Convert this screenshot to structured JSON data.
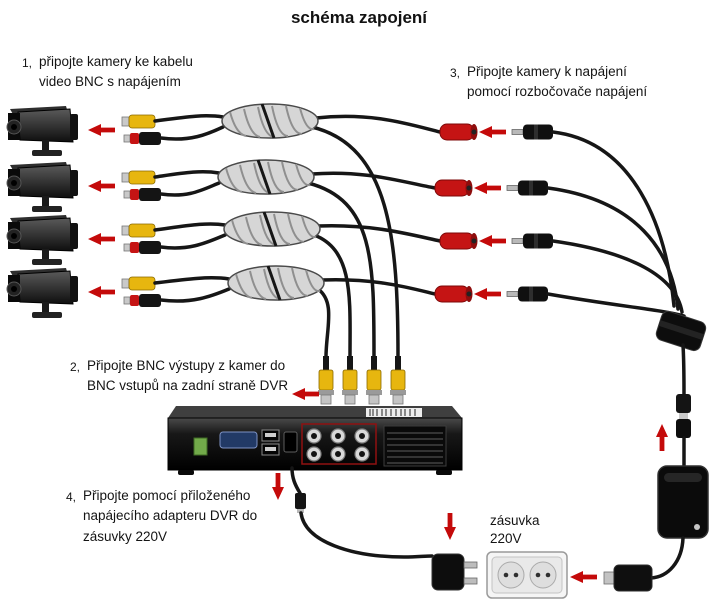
{
  "title": "schéma zapojení",
  "steps": [
    {
      "num": "1,",
      "lines": [
        "připojte kamery ke kabelu",
        "video BNC s napájením"
      ]
    },
    {
      "num": "2,",
      "lines": [
        "Připojte BNC výstupy z kamer do",
        "BNC vstupů na zadní straně DVR"
      ]
    },
    {
      "num": "3,",
      "lines": [
        "Připojte kamery k napájení",
        "pomocí rozbočovače napájení"
      ]
    },
    {
      "num": "4,",
      "lines": [
        "Připojte pomocí přiloženého",
        "napájecího adapteru DVR do",
        "zásuvky 220V"
      ]
    }
  ],
  "outlet_label": {
    "lines": [
      "zásuvka",
      "220V"
    ]
  },
  "icons": {
    "camera": "cctv-bullet-camera-icon",
    "coil": "coiled-cable-icon",
    "bnc_pair": "bnc-video-power-connector-icon",
    "power_connector_female": "dc-power-female-connector-icon",
    "power_plug_male": "dc-power-male-plug-icon",
    "splitter": "power-splitter-icon",
    "coupling": "dc-coupling-icon",
    "adapter": "power-adapter-brick-icon",
    "dvr": "dvr-recorder-icon",
    "bnc_vertical": "bnc-plug-icon",
    "outlet": "wall-outlet-icon",
    "wall_plug": "power-plug-icon",
    "arrow": "red-arrow-icon"
  },
  "colors": {
    "arrow-red": "#c40a0a",
    "connector-yellow": "#e7b60f",
    "connector-red": "#c51414",
    "cable-black": "#161616",
    "background": "#ffffff"
  }
}
